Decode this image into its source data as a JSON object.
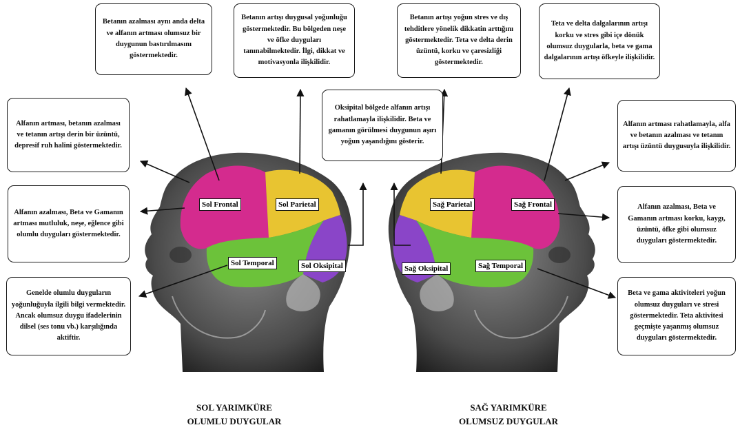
{
  "notes": {
    "top_left": "Betanın azalması aynı anda delta ve alfanın artması olumsuz bir duygunun bastırılmasını göstermektedir.",
    "top_mid_left": "Betanın artışı duygusal yoğunluğu göstermektedir. Bu bölgeden neşe ve öfke duyguları tanınabilmektedir. İlgi, dikkat ve motivasyonla ilişkilidir.",
    "top_mid_right": "Betanın artışı yoğun stres ve dış tehditlere yönelik dikkatin arttığını göstermektedir. Teta ve delta derin üzüntü, korku ve çaresizliği göstermektedir.",
    "top_right": "Teta ve delta dalgalarının artışı korku ve stres gibi içe dönük olumsuz duygularla, beta ve gama dalgalarının artışı öfkeyle ilişkilidir.",
    "center": "Oksipital bölgede alfanın artışı rahatlamayla ilişkilidir. Beta ve gamanın görülmesi duygunun aşırı yoğun yaşandığını gösterir.",
    "left_1": "Alfanın artması, betanın azalması ve tetanın artışı derin bir üzüntü, depresif ruh halini göstermektedir.",
    "left_2": "Alfanın azalması, Beta ve Gamanın artması mutluluk, neşe, eğlence gibi olumlu duyguları göstermektedir.",
    "left_3": "Genelde olumlu duyguların yoğunluğuyla ilgili bilgi vermektedir. Ancak olumsuz duygu ifadelerinin dilsel (ses tonu vb.) karşılığında aktiftir.",
    "right_1": "Alfanın artması rahatlamayla, alfa ve betanın azalması ve tetanın artışı üzüntü duygusuyla ilişkilidir.",
    "right_2": "Alfanın azalması, Beta ve Gamanın artması korku, kaygı, üzüntü, öfke gibi olumsuz duyguları göstermektedir.",
    "right_3": "Beta ve gama aktiviteleri yoğun olumsuz duyguları ve stresi göstermektedir. Teta aktivitesi geçmişte yaşanmış olumsuz duyguları göstermektedir."
  },
  "labels": {
    "sol_frontal": "Sol Frontal",
    "sol_parietal": "Sol Parietal",
    "sol_temporal": "Sol Temporal",
    "sol_oksipital": "Sol Oksipital",
    "sag_parietal": "Sağ Parietal",
    "sag_frontal": "Sağ Frontal",
    "sag_oksipital": "Sağ Oksipital",
    "sag_temporal": "Sağ Temporal"
  },
  "captions": {
    "left_line1": "SOL YARIMKÜRE",
    "left_line2": "OLUMLU DUYGULAR",
    "right_line1": "SAĞ YARIMKÜRE",
    "right_line2": "OLUMSUZ DUYGULAR"
  },
  "colors": {
    "frontal": "#d42b8e",
    "parietal": "#e8c431",
    "temporal": "#6cc23a",
    "occipital": "#8a45c8",
    "head": "#5f5f5f"
  }
}
